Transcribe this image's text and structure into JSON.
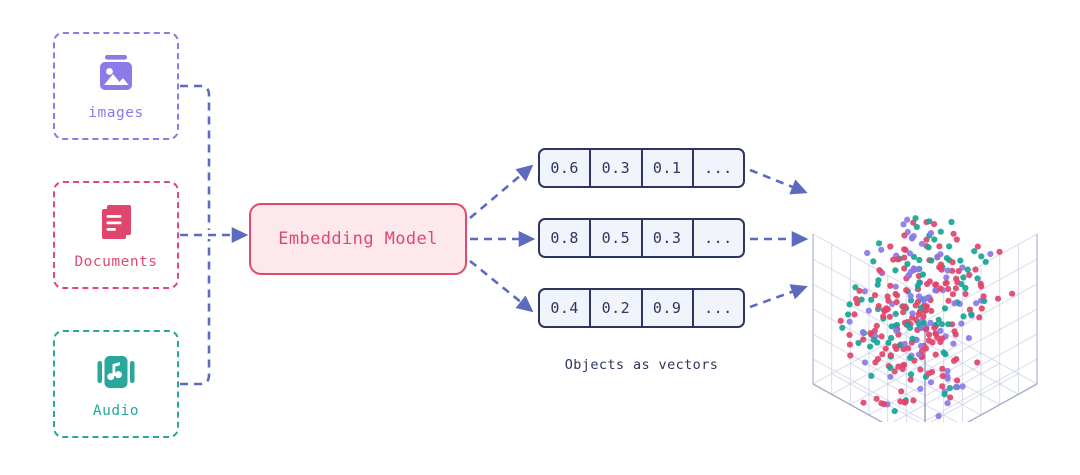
{
  "sources": [
    {
      "id": "images",
      "label": "images",
      "icon": "image-icon",
      "color": "#8b7ae8"
    },
    {
      "id": "documents",
      "label": "Documents",
      "icon": "documents-icon",
      "color": "#e04a6e"
    },
    {
      "id": "audio",
      "label": "Audio",
      "icon": "audio-icon",
      "color": "#2aa79b"
    }
  ],
  "model": {
    "label": "Embedding Model",
    "border_color": "#e04a6e",
    "fill_color": "#fde8ee",
    "text_color": "#e0486c"
  },
  "vectors": {
    "caption": "Objects as vectors",
    "rows": [
      {
        "cells": [
          "0.6",
          "0.3",
          "0.1",
          "..."
        ]
      },
      {
        "cells": [
          "0.8",
          "0.5",
          "0.3",
          "..."
        ]
      },
      {
        "cells": [
          "0.4",
          "0.2",
          "0.9",
          "..."
        ]
      }
    ],
    "border_color": "#2d3561",
    "fill_color": "#f2f4fb"
  },
  "connectors": {
    "color": "#5c6bc0",
    "style": "dashed",
    "arrow": "arrowhead-icon"
  },
  "scatter": {
    "name": "vector-space-3d-scatter",
    "point_colors": [
      "#e0456b",
      "#16a596",
      "#8b7ae8"
    ],
    "grid_color": "#c9d0e8",
    "axis_color": "#8e96bd"
  },
  "chart_data": {
    "type": "scatter",
    "title": "",
    "xlabel": "",
    "ylabel": "",
    "zlabel": "",
    "legend": [],
    "grid": true,
    "series": [
      {
        "name": "crimson-cluster",
        "color": "#e0456b",
        "count": 170
      },
      {
        "name": "teal-cluster",
        "color": "#16a596",
        "count": 90
      },
      {
        "name": "purple-cluster",
        "color": "#8b7ae8",
        "count": 75
      }
    ],
    "note": "3D unit cube of embedding vectors, points uniformly scattered in clusters"
  }
}
